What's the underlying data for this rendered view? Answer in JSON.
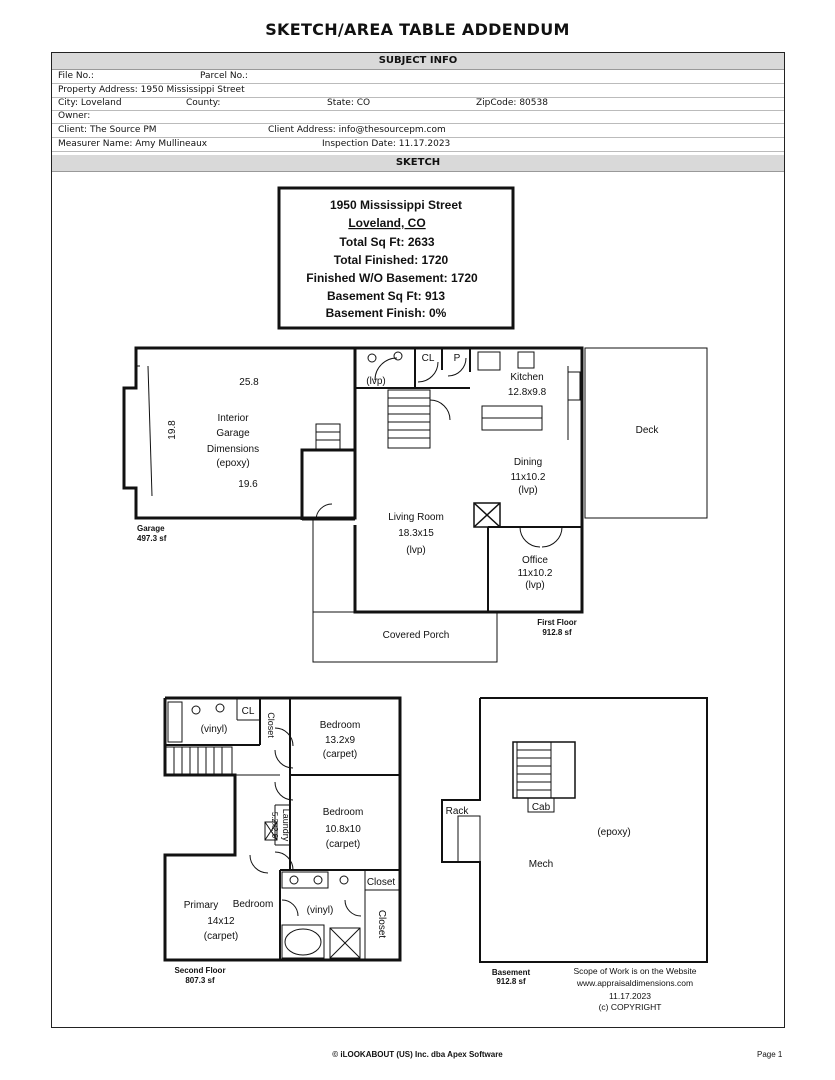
{
  "title": "SKETCH/AREA TABLE ADDENDUM",
  "subject_info": {
    "heading": "SUBJECT INFO",
    "file_no": "File No.:",
    "parcel_no": "Parcel No.:",
    "property_address": "Property Address: 1950 Mississippi Street",
    "city": "City: Loveland",
    "county": "County:",
    "state": "State: CO",
    "zip": "ZipCode: 80538",
    "owner": "Owner:",
    "client": "Client: The Source PM",
    "client_address": "Client Address: info@thesourcepm.com",
    "measurer": "Measurer Name: Amy Mullineaux",
    "inspection_date": "Inspection Date: 11.17.2023"
  },
  "sketch": {
    "heading": "SKETCH",
    "summary": {
      "address": "1950 Mississippi Street",
      "city": "Loveland, CO",
      "total_sqft": "Total Sq Ft:  2633",
      "total_finished": "Total Finished:  1720",
      "finished_wo_basement": "Finished W/O Basement:  1720",
      "basement_sqft": "Basement Sq Ft:  913",
      "basement_finish": "Basement Finish:  0%"
    },
    "first_floor": {
      "garage_width": "25.8",
      "garage_depth": "19.8",
      "garage_inner": "19.6",
      "garage_l1": "Interior",
      "garage_l2": "Garage",
      "garage_l3": "Dimensions",
      "garage_l4": "(epoxy)",
      "garage_name": "Garage",
      "garage_area": "497.3 sf",
      "lvp_bath": "(lvp)",
      "cl": "CL",
      "p": "P",
      "kitchen": "Kitchen",
      "kitchen_dim": "12.8x9.8",
      "deck": "Deck",
      "dining": "Dining",
      "dining_dim": "11x10.2",
      "dining_floor": "(lvp)",
      "living": "Living Room",
      "living_dim": "18.3x15",
      "living_floor": "(lvp)",
      "office": "Office",
      "office_dim": "11x10.2",
      "office_floor": "(lvp)",
      "porch": "Covered Porch",
      "floor_name": "First Floor",
      "floor_area": "912.8 sf"
    },
    "second_floor": {
      "vinyl": "(vinyl)",
      "cl": "CL",
      "closet1": "Closet",
      "bed1": "Bedroom",
      "bed1_dim": "13.2x9",
      "bed1_floor": "(carpet)",
      "laundry": "Laundry",
      "laundry_dim": "5.2x2.6",
      "bed2": "Bedroom",
      "bed2_dim": "10.8x10",
      "bed2_floor": "(carpet)",
      "closet2": "Closet",
      "closet3": "Closet",
      "vinyl2": "(vinyl)",
      "primary": "Primary",
      "primary_bed": "Bedroom",
      "primary_dim": "14x12",
      "primary_floor": "(carpet)",
      "floor_name": "Second Floor",
      "floor_area": "807.3 sf"
    },
    "basement": {
      "cab": "Cab",
      "rack": "Rack",
      "epoxy": "(epoxy)",
      "mech": "Mech",
      "floor_name": "Basement",
      "floor_area": "912.8 sf"
    },
    "notes": {
      "scope": "Scope of Work is on the Website",
      "website": "www.appraisaldimensions.com",
      "date": "11.17.2023",
      "copyright": "(c) COPYRIGHT"
    }
  },
  "footer": {
    "center": "© iLOOKABOUT (US) Inc. dba Apex Software",
    "page": "Page 1"
  }
}
